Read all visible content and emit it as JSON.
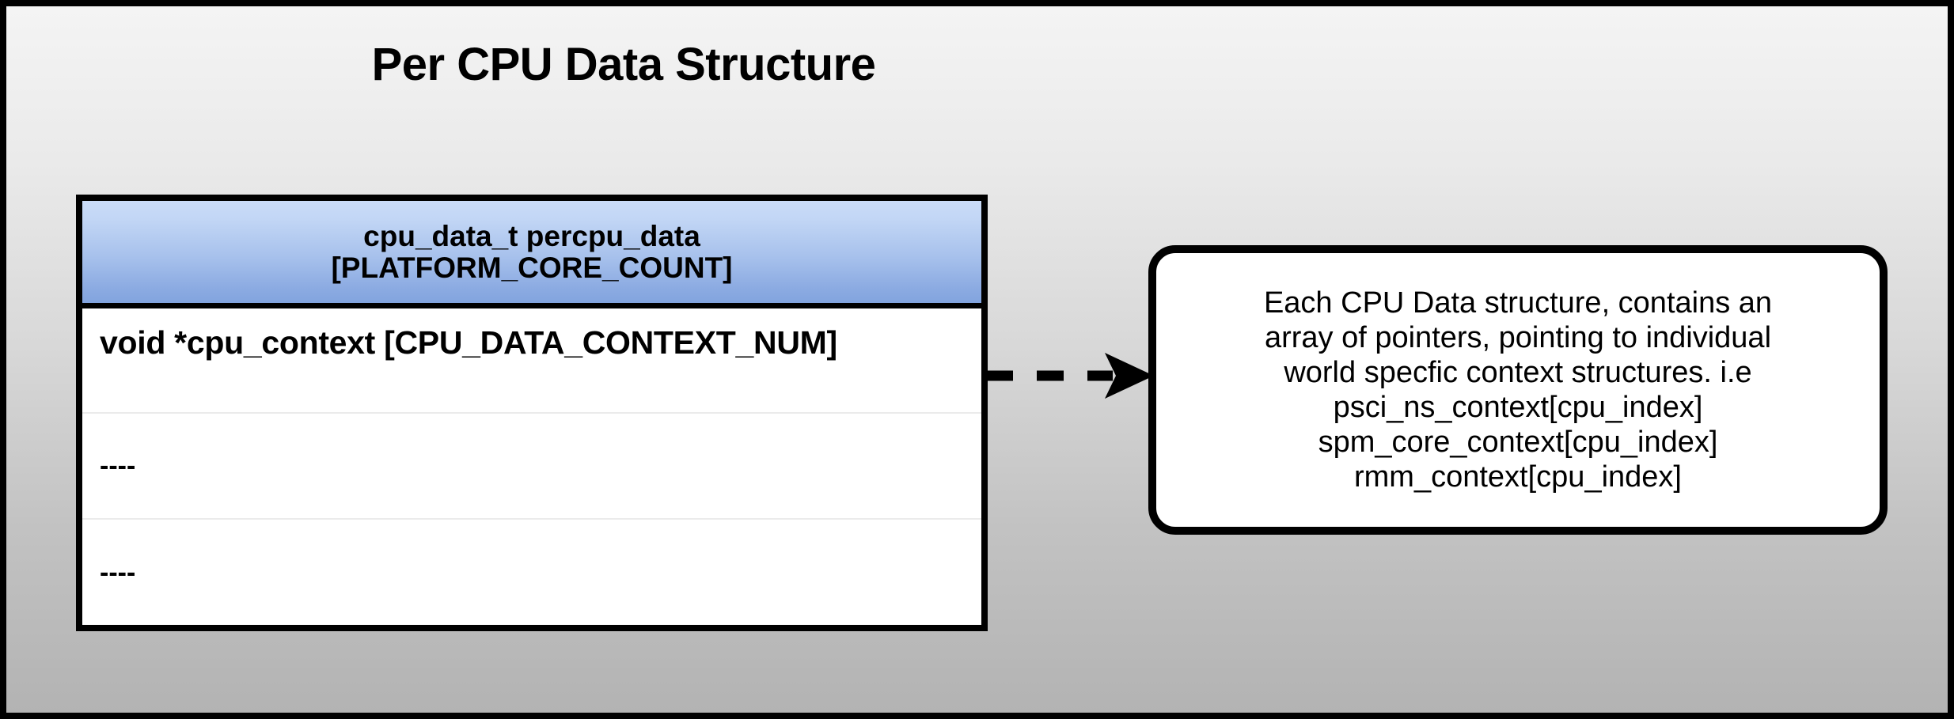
{
  "page": {
    "title": "Per CPU Data Structure",
    "background_top_color": "#f4f4f4",
    "background_bottom_color": "#b3b3b3",
    "frame_color": "#000000"
  },
  "struct_box": {
    "header": {
      "line1": "cpu_data_t percpu_data",
      "line2": "[PLATFORM_CORE_COUNT]",
      "gradient_top_color": "#cadcf8",
      "gradient_bottom_color": "#82a4de"
    },
    "rows": [
      {
        "label": "void *cpu_context [CPU_DATA_CONTEXT_NUM]"
      },
      {
        "label": "----"
      },
      {
        "label": "----"
      }
    ]
  },
  "connector": {
    "icon": "dashed-arrow-right-icon",
    "style": "dashed",
    "dash_count": 3,
    "color": "#000000"
  },
  "note_box": {
    "lines": [
      "Each CPU Data structure, contains an",
      "array of pointers, pointing to individual",
      "world specfic context structures. i.e",
      "psci_ns_context[cpu_index]",
      "spm_core_context[cpu_index]",
      "rmm_context[cpu_index]"
    ],
    "border_color": "#000000",
    "fill_color": "#ffffff"
  }
}
